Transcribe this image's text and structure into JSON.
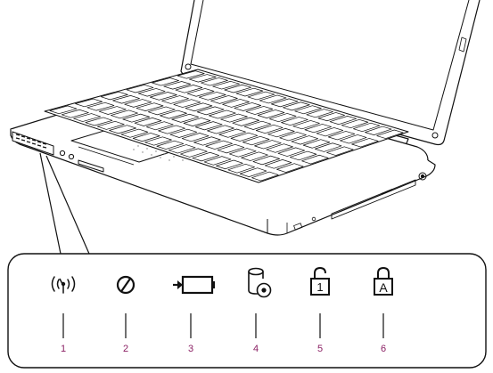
{
  "indicators": [
    {
      "number": "1",
      "icon": "wireless-antenna-icon"
    },
    {
      "number": "2",
      "icon": "power-icon"
    },
    {
      "number": "3",
      "icon": "battery-charge-icon"
    },
    {
      "number": "4",
      "icon": "disk-drive-icon"
    },
    {
      "number": "5",
      "icon": "num-lock-icon"
    },
    {
      "number": "6",
      "icon": "caps-lock-icon"
    }
  ],
  "num_lock_glyph": "1",
  "caps_lock_glyph": "A",
  "colors": {
    "line": "#111111",
    "number": "#8a1f63",
    "panel_bg": "#ffffff"
  }
}
